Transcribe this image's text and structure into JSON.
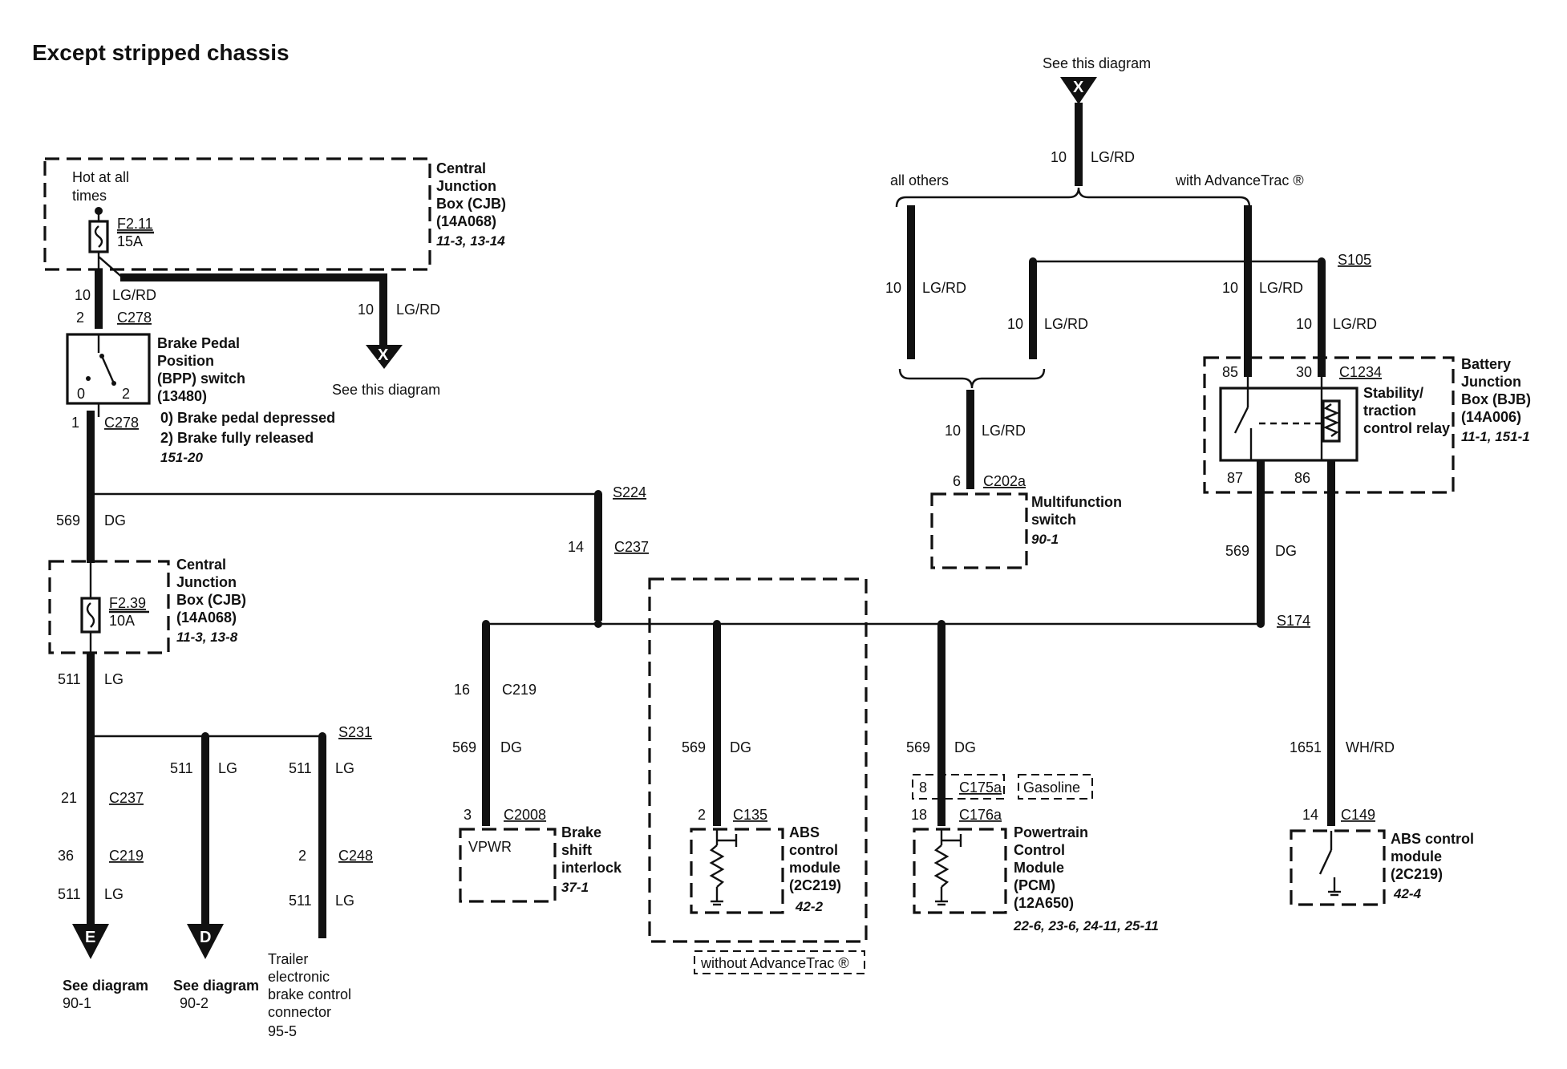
{
  "title": "Except stripped chassis",
  "cjb1": {
    "hot": [
      "Hot at all",
      "times"
    ],
    "fuse_id": "F2.11",
    "fuse_amp": "15A",
    "name": [
      "Central",
      "Junction",
      "Box (CJB)",
      "(14A068)"
    ],
    "ref": "11-3, 13-14"
  },
  "w_cjb_bpp": {
    "gauge": "10",
    "color": "LG/RD"
  },
  "w_cjb_x": {
    "gauge": "10",
    "color": "LG/RD"
  },
  "x_left": {
    "letter": "X",
    "caption": "See this diagram"
  },
  "bpp": {
    "pin_top": "2",
    "conn_top": "C278",
    "pin_bot": "1",
    "conn_bot": "C278",
    "pos0": "0",
    "pos2": "2",
    "name": [
      "Brake Pedal",
      "Position",
      "(BPP) switch",
      "(13480)"
    ],
    "note0": "0) Brake pedal depressed",
    "note2": "2) Brake fully released",
    "ref": "151-20"
  },
  "w569a": {
    "gauge": "569",
    "color": "DG"
  },
  "cjb2": {
    "fuse_id": "F2.39",
    "fuse_amp": "10A",
    "name": [
      "Central",
      "Junction",
      "Box (CJB)",
      "(14A068)"
    ],
    "ref": "11-3, 13-8"
  },
  "w511a": {
    "gauge": "511",
    "color": "LG"
  },
  "s231": "S231",
  "branchE": {
    "pin1": "21",
    "conn1": "C237",
    "pin2": "36",
    "conn2": "C219",
    "gauge": "511",
    "color": "LG",
    "letter": "E",
    "caption": [
      "See diagram",
      "90-1"
    ]
  },
  "branchD": {
    "gauge": "511",
    "color": "LG",
    "letter": "D",
    "caption": [
      "See diagram",
      "90-2"
    ]
  },
  "branchTrailer": {
    "gauge_top": "511",
    "color_top": "LG",
    "pin": "2",
    "conn": "C248",
    "gauge_bot": "511",
    "color_bot": "LG",
    "caption": [
      "Trailer",
      "electronic",
      "brake control",
      "connector",
      "95-5"
    ]
  },
  "s224": "S224",
  "c237mid": {
    "pin": "14",
    "conn": "C237"
  },
  "shift": {
    "pin_top": "16",
    "conn_top": "C219",
    "gauge": "569",
    "color": "DG",
    "pin": "3",
    "conn": "C2008",
    "term": "VPWR",
    "name": [
      "Brake",
      "shift",
      "interlock"
    ],
    "ref": "37-1"
  },
  "abs1": {
    "gauge": "569",
    "color": "DG",
    "pin": "2",
    "conn": "C135",
    "name": [
      "ABS",
      "control",
      "module",
      "(2C219)"
    ],
    "ref": "42-2",
    "tag": "without AdvanceTrac ®"
  },
  "pcm": {
    "gauge": "569",
    "color": "DG",
    "pin1": "8",
    "conn1": "C175a",
    "tag": "Gasoline",
    "pin2": "18",
    "conn2": "C176a",
    "name": [
      "Powertrain",
      "Control",
      "Module",
      "(PCM)",
      "(12A650)"
    ],
    "ref": "22-6, 23-6, 24-11, 25-11"
  },
  "s174": "S174",
  "x_top": {
    "caption": "See this diagram",
    "letter": "X",
    "gauge": "10",
    "color": "LG/RD",
    "left_label": "all others",
    "right_label": "with AdvanceTrac ®"
  },
  "mfs_wires": {
    "g1": "10",
    "c1": "LG/RD",
    "g2": "10",
    "c2": "LG/RD",
    "g3": "10",
    "c3": "LG/RD"
  },
  "mfs": {
    "pin": "6",
    "conn": "C202a",
    "name": [
      "Multifunction",
      "switch"
    ],
    "ref": "90-1"
  },
  "s105": "S105",
  "bjb_wires": {
    "g1": "10",
    "c1": "LG/RD",
    "g2": "10",
    "c2": "LG/RD"
  },
  "bjb": {
    "p85": "85",
    "p30": "30",
    "conn": "C1234",
    "p87": "87",
    "p86": "86",
    "relay": [
      "Stability/",
      "traction",
      "control relay"
    ],
    "name": [
      "Battery",
      "Junction",
      "Box (BJB)",
      "(14A006)"
    ],
    "ref": "11-1, 151-1"
  },
  "w569b": {
    "gauge": "569",
    "color": "DG"
  },
  "w1651": {
    "gauge": "1651",
    "color": "WH/RD"
  },
  "abs2": {
    "pin": "14",
    "conn": "C149",
    "name": [
      "ABS control",
      "module",
      "(2C219)"
    ],
    "ref": "42-4"
  }
}
